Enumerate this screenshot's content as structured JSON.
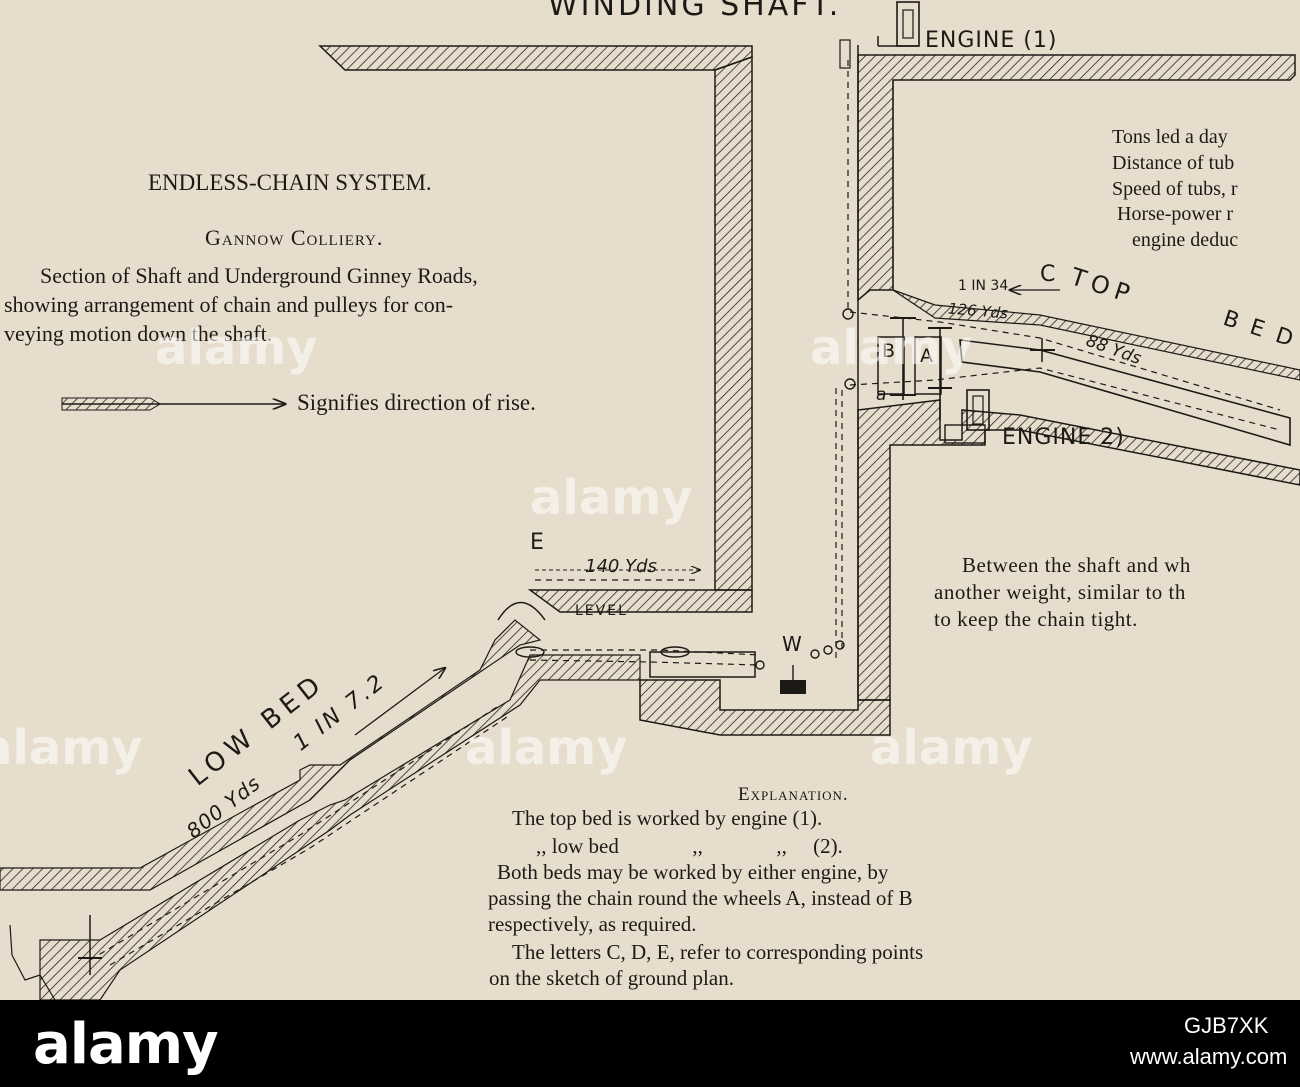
{
  "diagram": {
    "heading": "WINDING SHAFT.",
    "engine1": "ENGINE (1)",
    "engine2": "ENGINE 2)",
    "system_title": "ENDLESS-CHAIN SYSTEM.",
    "colliery": "Gannow Colliery.",
    "caption_lines": [
      "Section of Shaft and Underground Ginney Roads,",
      "showing arrangement of chain and pulleys for con-",
      "veying motion down the shaft."
    ],
    "legend_text": "Signifies direction of rise.",
    "right_text_lines": [
      "Tons led a day",
      "Distance of tub",
      "Speed of tubs, r",
      "Horse-power r",
      "engine deduc"
    ],
    "between_lines": [
      "Between the shaft and wh",
      "another weight, similar to th",
      "to keep the chain tight."
    ],
    "labels": {
      "top_bed": "TOP",
      "bed_b": "B E D",
      "c": "C",
      "gradient_top": "1 IN 34",
      "yds_126": "126 Yds",
      "yds_88": "88 Yds",
      "b": "B",
      "a": "A",
      "small_a": "a",
      "e": "E",
      "yds_140": "140 Yds",
      "level": "LEVEL",
      "w": "W",
      "low_bed": "LOW BED",
      "gradient_low": "1 IN 7.2",
      "yds_800": "800 Yds"
    },
    "explanation": {
      "title": "Explanation.",
      "lines": [
        "The top bed is worked by engine (1).",
        ",, low bed              ,,              ,,     (2).",
        "Both beds may be worked by either engine, by",
        "passing the chain round the wheels A, instead of B",
        "respectively, as required.",
        "The letters C, D, E, refer to corresponding points",
        "on the sketch of ground plan."
      ]
    }
  },
  "watermarks": [
    "alamy",
    "alamy",
    "alamy",
    "alamy",
    "alamy",
    "alamy"
  ],
  "footer": {
    "logo": "alamy",
    "image_id": "GJB7XK",
    "url": "www.alamy.com"
  }
}
